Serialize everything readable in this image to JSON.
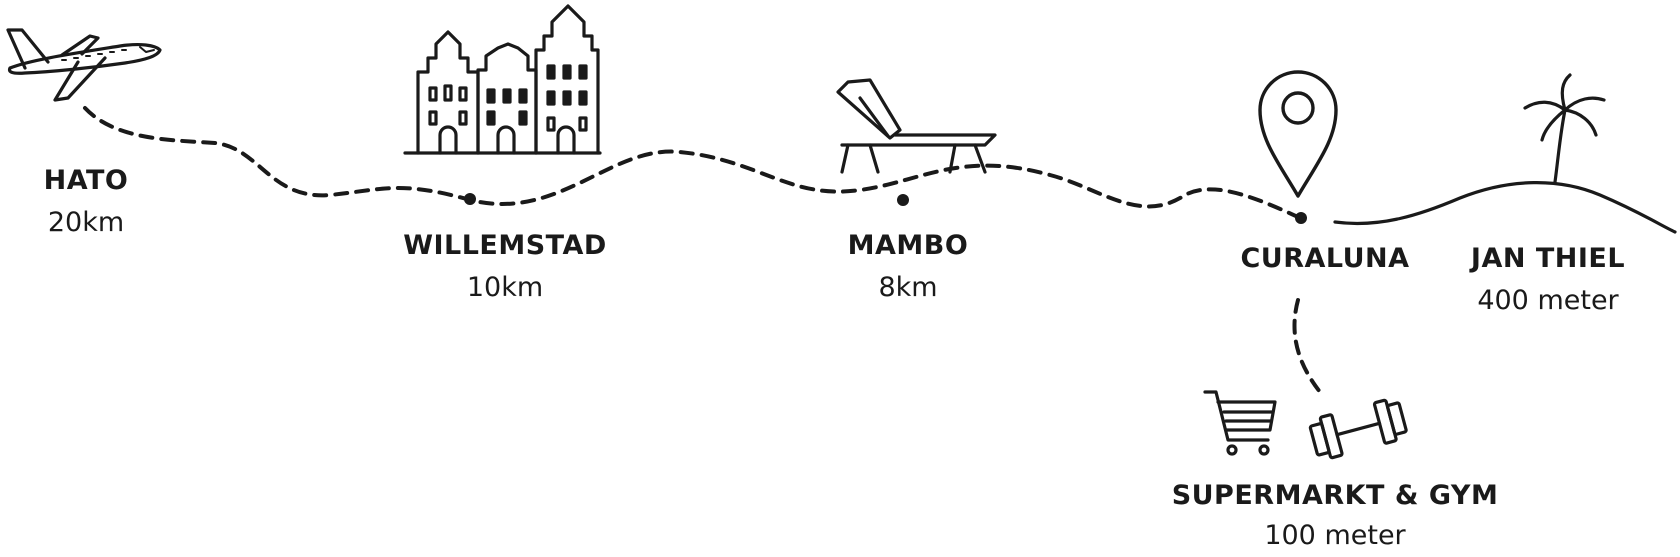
{
  "stops": [
    {
      "id": "hato",
      "name": "HATO",
      "distance": "20km",
      "icon": "airplane-icon"
    },
    {
      "id": "willemstad",
      "name": "WILLEMSTAD",
      "distance": "10km",
      "icon": "dutch-houses-icon"
    },
    {
      "id": "mambo",
      "name": "MAMBO",
      "distance": "8km",
      "icon": "beach-lounger-icon"
    },
    {
      "id": "curaluna",
      "name": "CURALUNA",
      "distance": "",
      "icon": "location-pin-icon"
    },
    {
      "id": "janthiel",
      "name": "JAN THIEL",
      "distance": "400 meter",
      "icon": "palm-tree-icon"
    },
    {
      "id": "supermarkt",
      "name": "SUPERMARKT & GYM",
      "distance": "100 meter",
      "icons": [
        "shopping-cart-icon",
        "dumbbell-icon"
      ]
    }
  ]
}
